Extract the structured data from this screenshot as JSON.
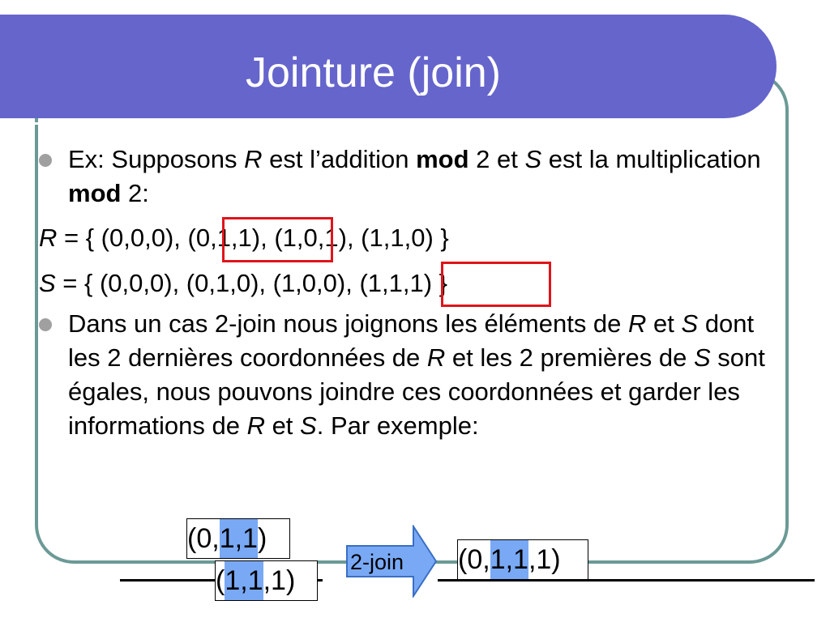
{
  "slide": {
    "title": "Jointure (join)"
  },
  "bullet1": {
    "t1": "Ex:  Supposons ",
    "r": "R",
    "t2": " est l’addition ",
    "mod1": "mod",
    "t3": " 2 et ",
    "s": "S",
    "t4": " est la multiplication ",
    "mod2": "mod",
    "t5": " 2:"
  },
  "eq_r": {
    "name": "R",
    "open": " = { (0,0,0), ",
    "boxed": "(0,1,1),",
    "rest": " (1,0,1), (1,1,0) }"
  },
  "eq_s": {
    "name": "S",
    "open": " = { (0,0,0), (0,1,0), (1,0,0), ",
    "boxed": "(1,1,1)",
    "rest": " }"
  },
  "bullet2": {
    "t1": "Dans un cas 2-join nous joignons les éléments de ",
    "r1": "R",
    "t2": " et ",
    "s1": "S",
    "t3": " dont les 2 dernières coordonnées de ",
    "r2": "R",
    "t4": " et les 2 premières de ",
    "s2": "S",
    "t5": "  sont égales, nous pouvons joindre ces  coordonnées et garder les informations de ",
    "r3": "R",
    "t6": " et ",
    "s3": "S",
    "t7": ".  Par exemple:"
  },
  "diagram": {
    "tuple_r": {
      "open": "(0,",
      "mid": "1,1",
      "close": ")"
    },
    "tuple_s": {
      "open": "(",
      "mid": "1,1",
      "close": ",1)"
    },
    "arrow_label": "2-join",
    "result": {
      "open": "(0,",
      "mid": "1,1",
      "close": ",1)"
    }
  },
  "colors": {
    "title_bar": "#6565cc",
    "frame": "#6b9a96",
    "highlight_box": "#e0141b",
    "join_cells": "#79a9f5",
    "arrow_fill": "#79a9f5"
  }
}
